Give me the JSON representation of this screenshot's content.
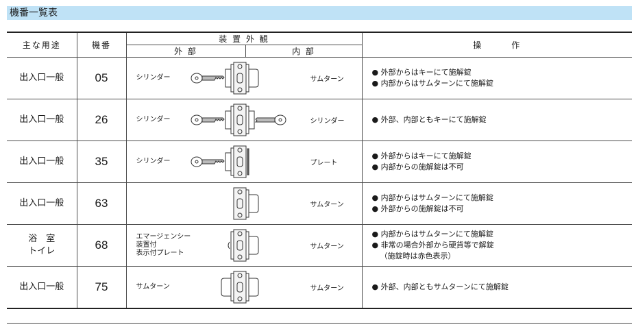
{
  "title": "機番一覧表",
  "headers": {
    "use": "主な用途",
    "number": "機番",
    "appearance": "装 置 外 観",
    "outside": "外 部",
    "inside": "内 部",
    "operation": "操　　　作"
  },
  "rows": [
    {
      "use": "出入口一般",
      "number": "05",
      "outer": "シリンダー",
      "inner": "サムターン",
      "ops": [
        "● 外部からはキーにて施解錠",
        "● 内部からはサムターンにて施解錠"
      ]
    },
    {
      "use": "出入口一般",
      "number": "26",
      "outer": "シリンダー",
      "inner": "シリンダー",
      "ops": [
        "● 外部、内部ともキーにて施解錠"
      ]
    },
    {
      "use": "出入口一般",
      "number": "35",
      "outer": "シリンダー",
      "inner": "プレート",
      "ops": [
        "● 外部からはキーにて施解錠",
        "● 内部からの施解錠は不可"
      ]
    },
    {
      "use": "出入口一般",
      "number": "63",
      "outer": "",
      "inner": "サムターン",
      "ops": [
        "● 内部からはサムターンにて施解錠",
        "● 外部からの施解錠は不可"
      ]
    },
    {
      "use_line1": "浴　室",
      "use_line2": "トイレ",
      "number": "68",
      "outer_line1": "エマージェンシー",
      "outer_line2": "装置付",
      "outer_line3": "表示付プレート",
      "inner": "サムターン",
      "ops": [
        "● 内部からはサムターンにて施解錠",
        "● 非常の場合外部から硬貨等で解錠",
        "（施錠時は赤色表示）"
      ]
    },
    {
      "use": "出入口一般",
      "number": "75",
      "outer": "サムターン",
      "inner": "サムターン",
      "ops": [
        "● 外部、内部ともサムターンにて施解錠"
      ]
    }
  ],
  "icons": {
    "key": "key-icon",
    "lock": "lock-body-icon",
    "thumbturn": "thumbturn-icon",
    "plate": "plate-icon"
  }
}
